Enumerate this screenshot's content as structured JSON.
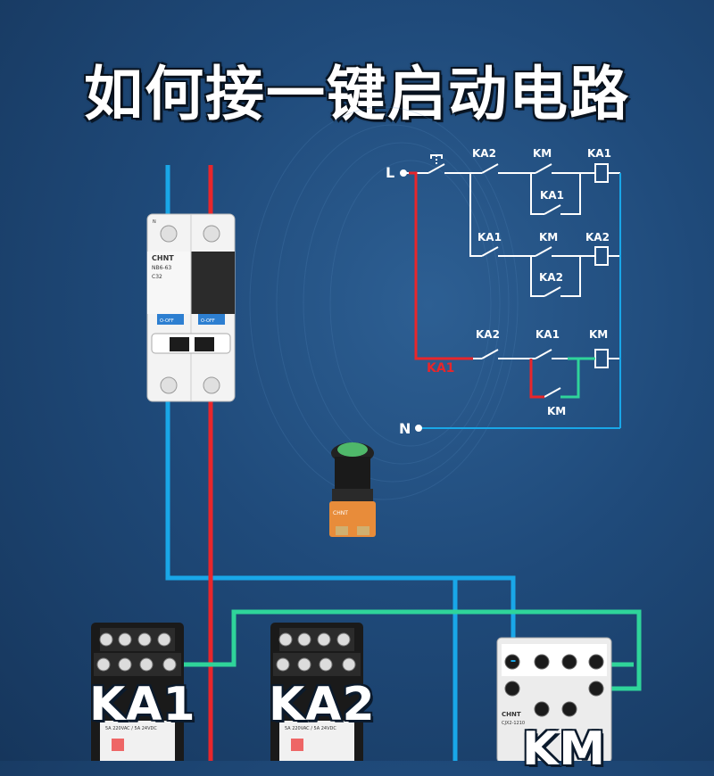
{
  "title": "如何接一键启动电路",
  "breaker": {
    "brand": "CHNT",
    "model": "NB6-63",
    "rating": "C32",
    "pole_label_n": "N",
    "switch_text_left": "O-OFF",
    "switch_text_right": "O-OFF"
  },
  "schematic": {
    "line_l": "L",
    "line_n": "N",
    "rung1": {
      "contact1": "KA2",
      "contact2": "KM",
      "coil": "KA1",
      "hold": "KA1"
    },
    "rung2": {
      "contact1": "KA1",
      "contact2": "KM",
      "coil": "KA2",
      "hold": "KA2"
    },
    "rung3": {
      "contact1": "KA2",
      "contact2": "KA1",
      "coil": "KM",
      "hold": "KM",
      "wire_label": "KA1"
    }
  },
  "pushbutton": {
    "brand": "CHNT"
  },
  "devices": {
    "ka1": {
      "label": "KA1",
      "rating": "5A 220VAC / 5A 24VDC"
    },
    "ka2": {
      "label": "KA2",
      "rating": "5A 220VAC / 5A 24VDC"
    },
    "km": {
      "label": "KM",
      "brand": "CHNT",
      "model": "CJX2-1210"
    }
  },
  "colors": {
    "neutral_wire": "#19a7e8",
    "live_wire": "#e8262b",
    "control_wire": "#2fd49a",
    "schematic_line": "#ffffff"
  }
}
